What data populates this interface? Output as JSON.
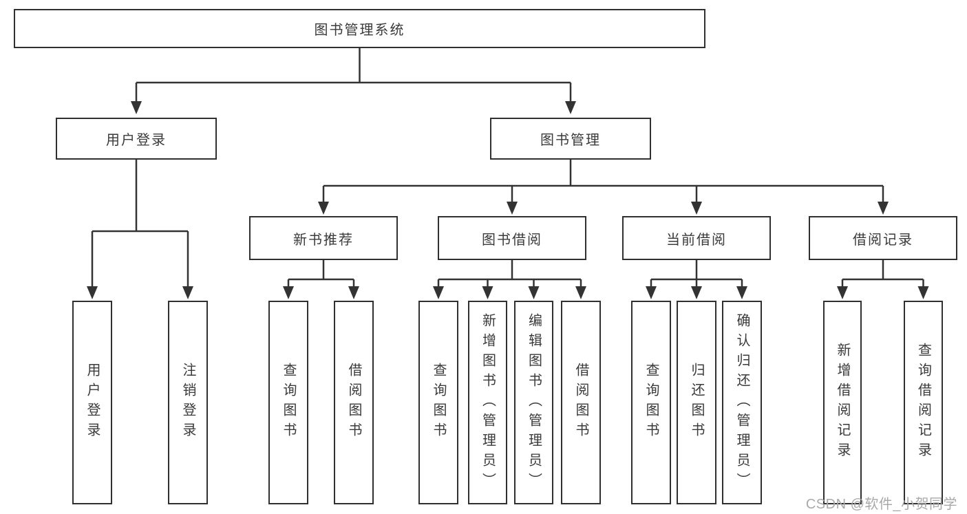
{
  "diagram_title": "图书管理系统",
  "watermark": "CSDN @软件_小贺同学",
  "colors": {
    "line": "#333333",
    "box_border": "#2f2f2f",
    "text": "#3a3a3a",
    "watermark": "#a9a9a9",
    "background": "#ffffff"
  },
  "nodes": {
    "root": "图书管理系统",
    "user_login": "用户登录",
    "book_mgmt": "图书管理",
    "new_book": "新书推荐",
    "book_borrow": "图书借阅",
    "current_borrow": "当前借阅",
    "borrow_record": "借阅记录",
    "ul_login": "用户登录",
    "ul_logout": "注销登录",
    "nb_query": "查询图书",
    "nb_borrow": "借阅图书",
    "bb_query": "查询图书",
    "bb_add": "新增图书（管理员）",
    "bb_edit": "编辑图书（管理员）",
    "bb_borrow": "借阅图书",
    "cb_query": "查询图书",
    "cb_return": "归还图书",
    "cb_confirm": "确认归还（管理员）",
    "br_add": "新增借阅记录",
    "br_query": "查询借阅记录"
  },
  "hierarchy": {
    "图书管理系统": {
      "用户登录": [
        "用户登录",
        "注销登录"
      ],
      "图书管理": {
        "新书推荐": [
          "查询图书",
          "借阅图书"
        ],
        "图书借阅": [
          "查询图书",
          "新增图书（管理员）",
          "编辑图书（管理员）",
          "借阅图书"
        ],
        "当前借阅": [
          "查询图书",
          "归还图书",
          "确认归还（管理员）"
        ],
        "借阅记录": [
          "新增借阅记录",
          "查询借阅记录"
        ]
      }
    }
  }
}
